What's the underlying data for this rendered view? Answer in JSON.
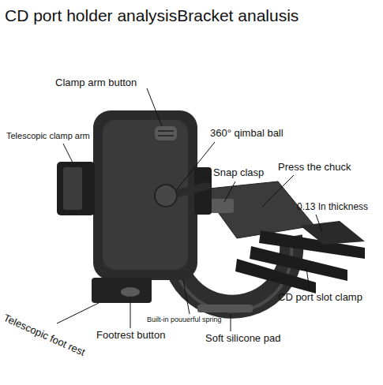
{
  "diagram": {
    "title": "CD port holder analysisBracket analusis",
    "labels": [
      "Clamp arm button",
      "Telescopic clamp arm",
      "360° qimbal ball",
      "Snap clasp",
      "Press the chuck",
      "0.13 In thickness",
      "CD port slot clamp",
      "Built-in pouuerful spring",
      "Footrest button",
      "Soft silicone pad",
      "Telescopic foot rest"
    ]
  }
}
